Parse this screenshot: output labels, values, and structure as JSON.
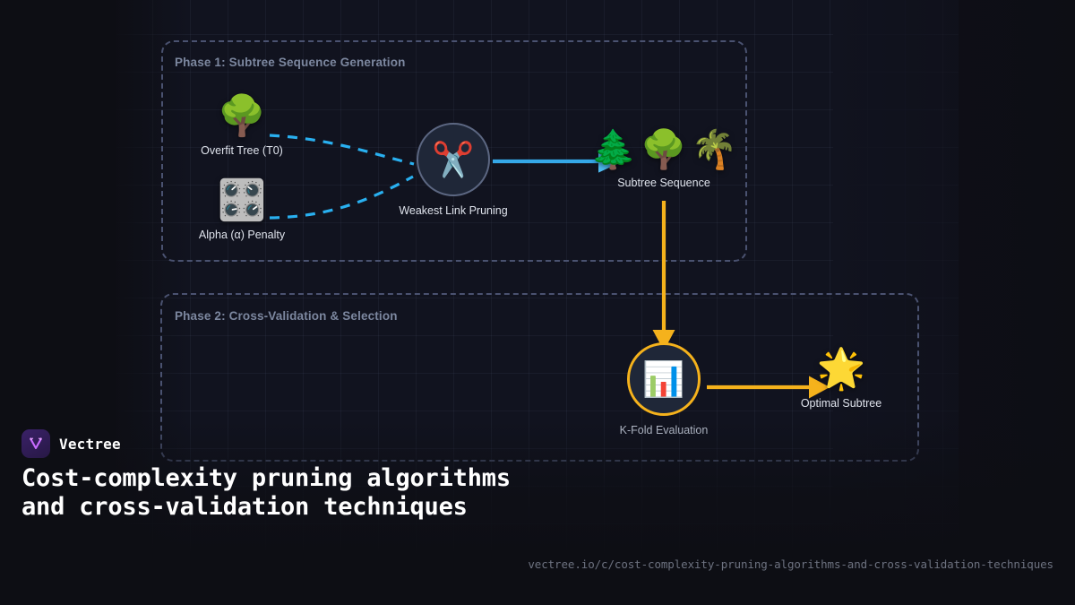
{
  "brand": {
    "name": "Vectree",
    "logo_icon": "vectree-branch-logo-icon",
    "logo_color": "#c86bff"
  },
  "headline": "Cost-complexity pruning algorithms and cross-validation techniques",
  "footer_url": "vectree.io/c/cost-complexity-pruning-algorithms-and-cross-validation-techniques",
  "colors": {
    "background": "#0d0e14",
    "canvas": "#11131f",
    "grid_line": "#7a8cb4",
    "frame_border": "#4a5270",
    "phase_title": "#7c879f",
    "flow_blue": "#29b0f0",
    "flow_amber": "#f5b21c",
    "node_fill": "#1f2738",
    "node_ring_gray": "#5c6782",
    "label": "#dfe3ec"
  },
  "diagram": {
    "phases": [
      {
        "id": "phase-1",
        "title": "Phase 1: Subtree Sequence Generation"
      },
      {
        "id": "phase-2",
        "title": "Phase 2: Cross-Validation & Selection"
      }
    ],
    "nodes": [
      {
        "id": "overfit-tree",
        "label": "Overfit Tree (T0)",
        "icon": "deciduous-tree-icon",
        "glyph": "🌳"
      },
      {
        "id": "alpha-penalty",
        "label": "Alpha (α) Penalty",
        "icon": "control-knobs-icon",
        "glyph": "🎛️"
      },
      {
        "id": "weakest-link",
        "label": "Weakest Link Pruning",
        "icon": "scissors-icon",
        "glyph": "✂️"
      },
      {
        "id": "subtree-sequence",
        "label": "Subtree Sequence",
        "icon": "tree-sequence-icon",
        "glyph": "🌲🌳🌴",
        "glyphs": [
          "🌲",
          "🌳",
          "🌴"
        ]
      },
      {
        "id": "kfold-evaluation",
        "label": "K-Fold Evaluation",
        "icon": "bar-chart-icon",
        "glyph": "📊"
      },
      {
        "id": "optimal-subtree",
        "label": "Optimal Subtree",
        "icon": "glowing-star-icon",
        "glyph": "🌟"
      }
    ],
    "edges": [
      {
        "from": "overfit-tree",
        "to": "weakest-link",
        "style": "dashed",
        "color": "#29b0f0"
      },
      {
        "from": "alpha-penalty",
        "to": "weakest-link",
        "style": "dashed",
        "color": "#29b0f0"
      },
      {
        "from": "weakest-link",
        "to": "subtree-sequence",
        "style": "solid",
        "color": "#29b0f0",
        "arrow": true
      },
      {
        "from": "subtree-sequence",
        "to": "kfold-evaluation",
        "style": "solid",
        "color": "#f5b21c",
        "arrow": true
      },
      {
        "from": "kfold-evaluation",
        "to": "optimal-subtree",
        "style": "solid",
        "color": "#f5b21c",
        "arrow": true
      }
    ]
  }
}
